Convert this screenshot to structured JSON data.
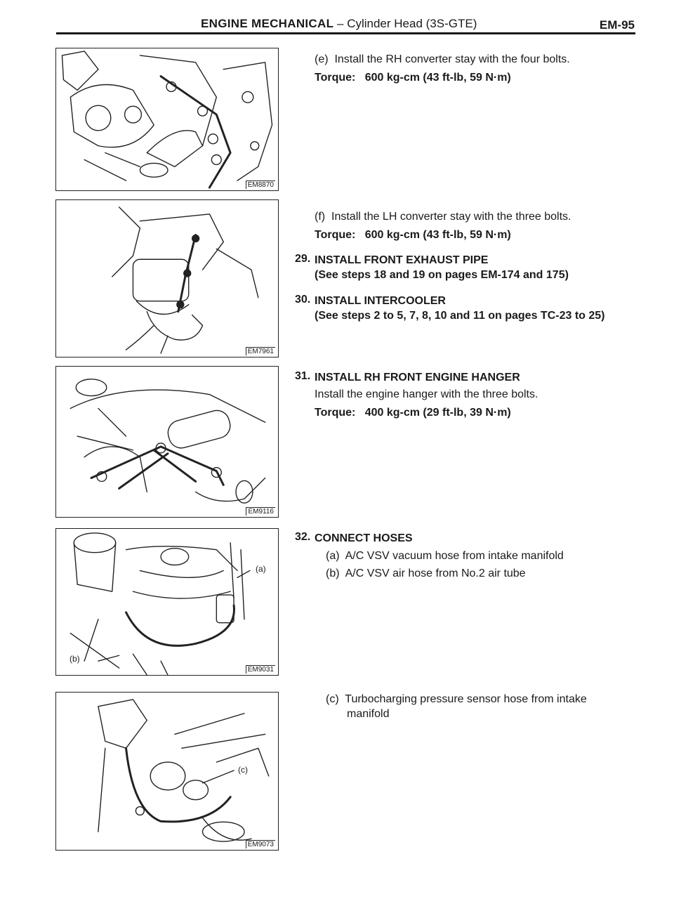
{
  "header": {
    "section": "ENGINE MECHANICAL",
    "separator": " – ",
    "subtitle": "Cylinder Head (3S-GTE)",
    "page": "EM-95"
  },
  "figures": [
    {
      "code": "EM8870"
    },
    {
      "code": "EM7961"
    },
    {
      "code": "EM9116"
    },
    {
      "code": "EM9031",
      "callouts": [
        "(a)",
        "(b)"
      ]
    },
    {
      "code": "EM9073",
      "callouts": [
        "(c)"
      ]
    }
  ],
  "content": {
    "e": {
      "label": "(e)",
      "text": "Install the RH converter stay with the four bolts.",
      "torque_label": "Torque:",
      "torque_value": "600 kg-cm (43 ft-lb, 59 N·m)"
    },
    "f": {
      "label": "(f)",
      "text": "Install the LH converter stay with the three bolts.",
      "torque_label": "Torque:",
      "torque_value": "600 kg-cm (43 ft-lb, 59 N·m)"
    },
    "step29": {
      "number": "29.",
      "title": "INSTALL FRONT EXHAUST PIPE",
      "note": "(See steps 18 and 19 on pages EM-174 and 175)"
    },
    "step30": {
      "number": "30.",
      "title": "INSTALL INTERCOOLER",
      "note": "(See steps 2 to 5, 7, 8, 10 and 11 on pages TC-23 to 25)"
    },
    "step31": {
      "number": "31.",
      "title": "INSTALL RH FRONT ENGINE HANGER",
      "text": "Install the engine hanger with the three bolts.",
      "torque_label": "Torque:",
      "torque_value": "400 kg-cm (29 ft-lb, 39 N·m)"
    },
    "step32": {
      "number": "32.",
      "title": "CONNECT HOSES",
      "a_label": "(a)",
      "a_text": "A/C VSV vacuum hose from intake manifold",
      "b_label": "(b)",
      "b_text": "A/C VSV air hose from No.2 air tube",
      "c_label": "(c)",
      "c_text_line1": "Turbocharging pressure sensor hose from intake",
      "c_text_line2": "manifold"
    }
  }
}
